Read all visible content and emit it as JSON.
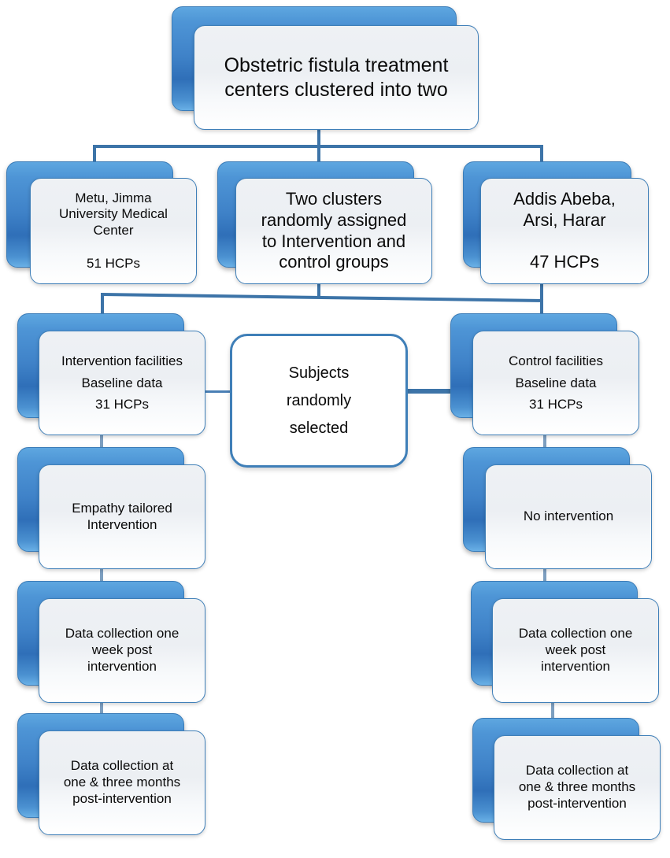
{
  "diagram": {
    "title": "Obstetric fistula study cluster randomisation flow",
    "type": "flowchart",
    "colors": {
      "node_fill_back": "#3f82c8",
      "node_fill_front": "#eef1f4",
      "node_border": "#3f7fb8",
      "connector": "#3d74a8",
      "text": "#0a0a0a",
      "background": "#ffffff"
    },
    "nodes": {
      "root": {
        "id": "obstetric-fistula-centers",
        "text": "Obstetric fistula treatment\ncenters clustered into two"
      },
      "metu": {
        "id": "metu-jimma",
        "text": "Metu, Jimma\nUniversity Medical\nCenter\n\n51 HCPs",
        "hcp_count": "51 HCPs"
      },
      "assign": {
        "id": "two-clusters-randomly-assigned",
        "text": "Two clusters\nrandomly assigned\nto Intervention and\ncontrol groups"
      },
      "addis": {
        "id": "addis-abeba-arsi-harar",
        "text": "Addis Abeba,\nArsi, Harar\n\n47 HCPs",
        "hcp_count": "47 HCPs"
      },
      "intervention_baseline": {
        "id": "intervention-facilities-baseline",
        "text": "Intervention facilities\nBaseline data\n31 HCPs",
        "hcp_count": "31 HCPs"
      },
      "subjects": {
        "id": "subjects-randomly-selected",
        "text": "Subjects\nrandomly\nselected"
      },
      "control_baseline": {
        "id": "control-facilities-baseline",
        "text": "Control facilities\nBaseline data\n31 HCPs",
        "hcp_count": "31 HCPs"
      },
      "empathy": {
        "id": "empathy-tailored-intervention",
        "text": "Empathy tailored\nIntervention"
      },
      "no_intervention": {
        "id": "no-intervention",
        "text": "No intervention"
      },
      "intervention_week": {
        "id": "intervention-data-one-week",
        "text": "Data collection one\nweek post\nintervention"
      },
      "control_week": {
        "id": "control-data-one-week",
        "text": "Data collection  one\nweek post\nintervention"
      },
      "intervention_months": {
        "id": "intervention-data-one-three-months",
        "text": "Data collection at\none & three months\npost-intervention"
      },
      "control_months": {
        "id": "control-data-one-three-months",
        "text": "Data collection  at\none & three months\npost-intervention"
      }
    }
  }
}
